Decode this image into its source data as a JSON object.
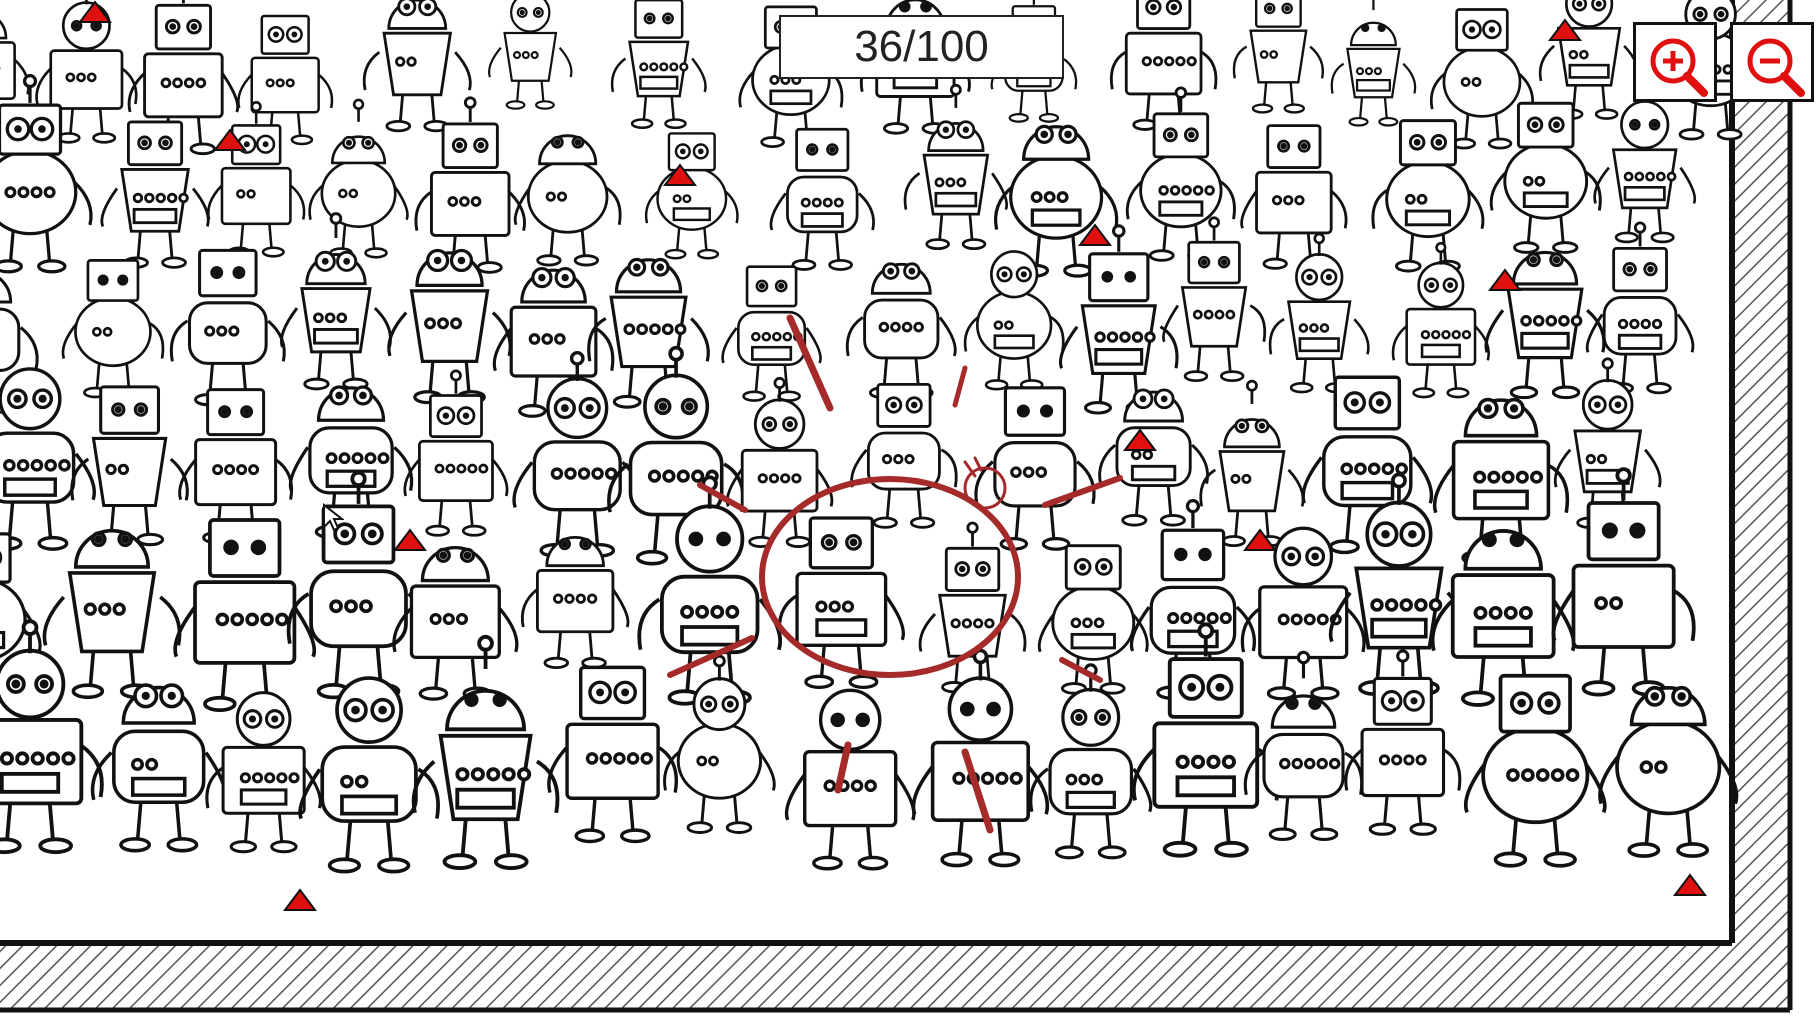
{
  "game": {
    "progress_label": "36/100",
    "found_count": 36,
    "total_count": 100
  },
  "controls": {
    "zoom_in_icon": "zoom-in-icon",
    "zoom_out_icon": "zoom-out-icon"
  },
  "colors": {
    "accent": "#e01010",
    "hint": "#a52a2a",
    "line": "#111111",
    "frame_hatch": "#555555"
  }
}
